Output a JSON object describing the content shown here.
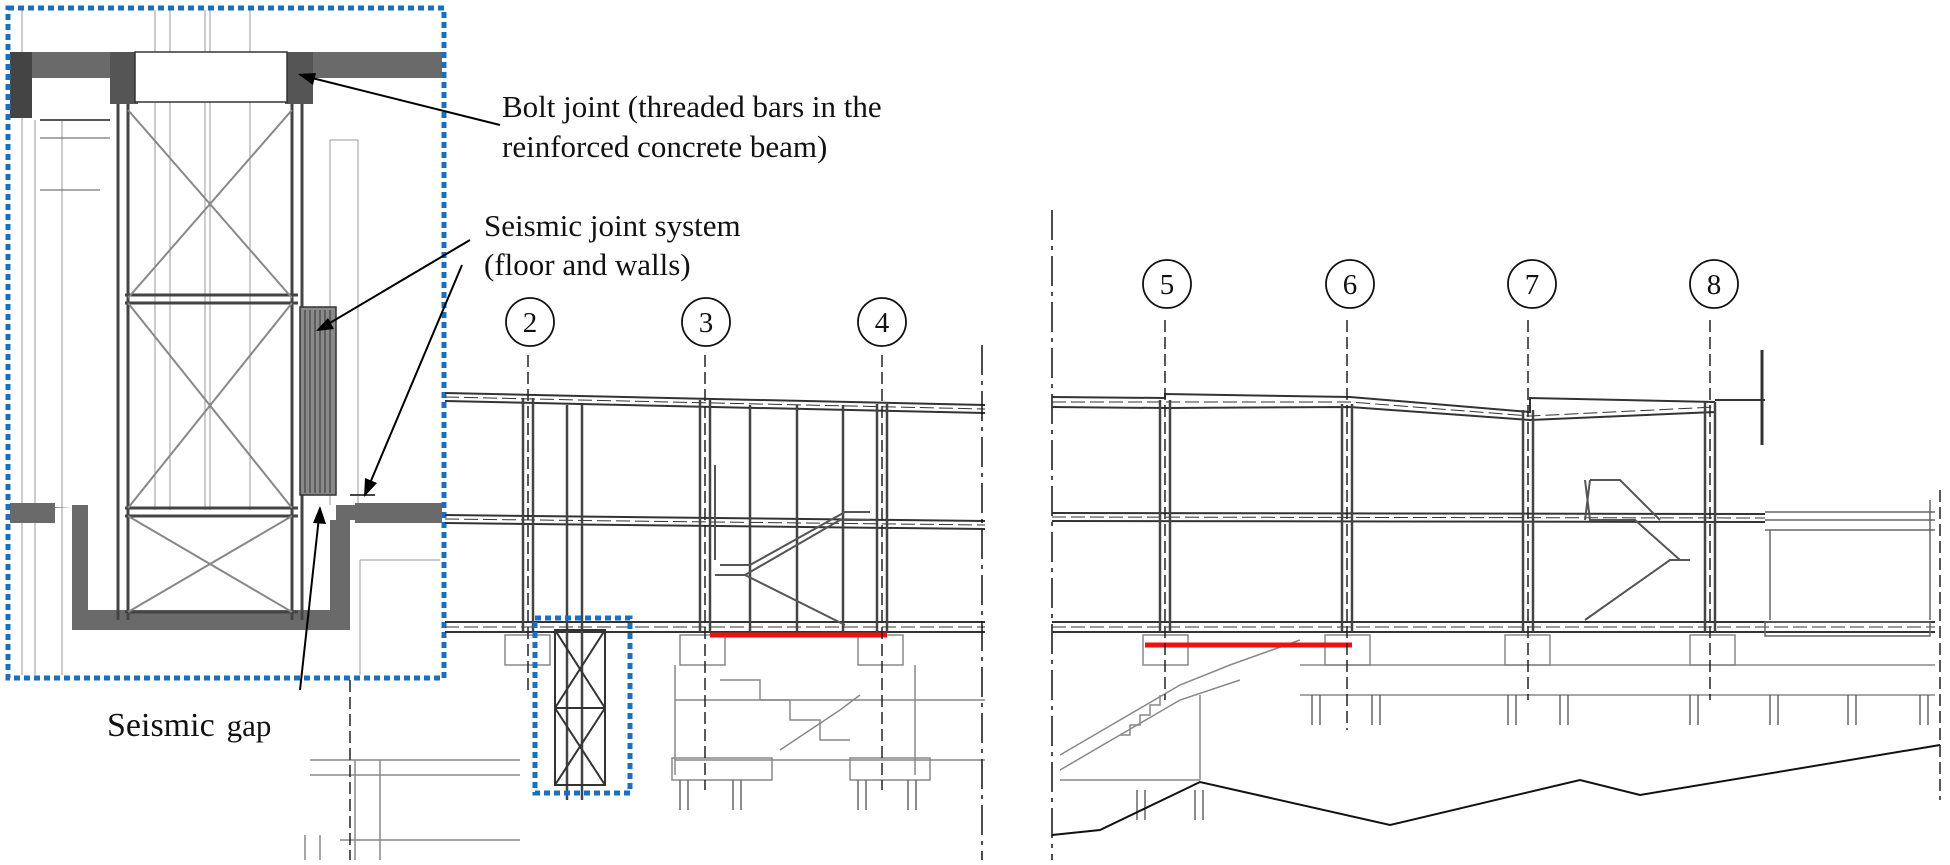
{
  "annotations": {
    "bolt_joint": [
      "Bolt joint (threaded bars in the",
      "reinforced concrete beam)"
    ],
    "seismic_joint": [
      "Seismic joint system",
      "(floor and walls)"
    ],
    "seismic_gap_main": "Seismic",
    "seismic_gap_suffix": "gap"
  },
  "grid_axes": [
    "2",
    "3",
    "4",
    "5",
    "6",
    "7",
    "8"
  ],
  "colors": {
    "structure": "#333333",
    "concrete_fill": "#5a5a5a",
    "detail_box": "#1a6fbf",
    "joint_highlight": "#ee1111"
  }
}
